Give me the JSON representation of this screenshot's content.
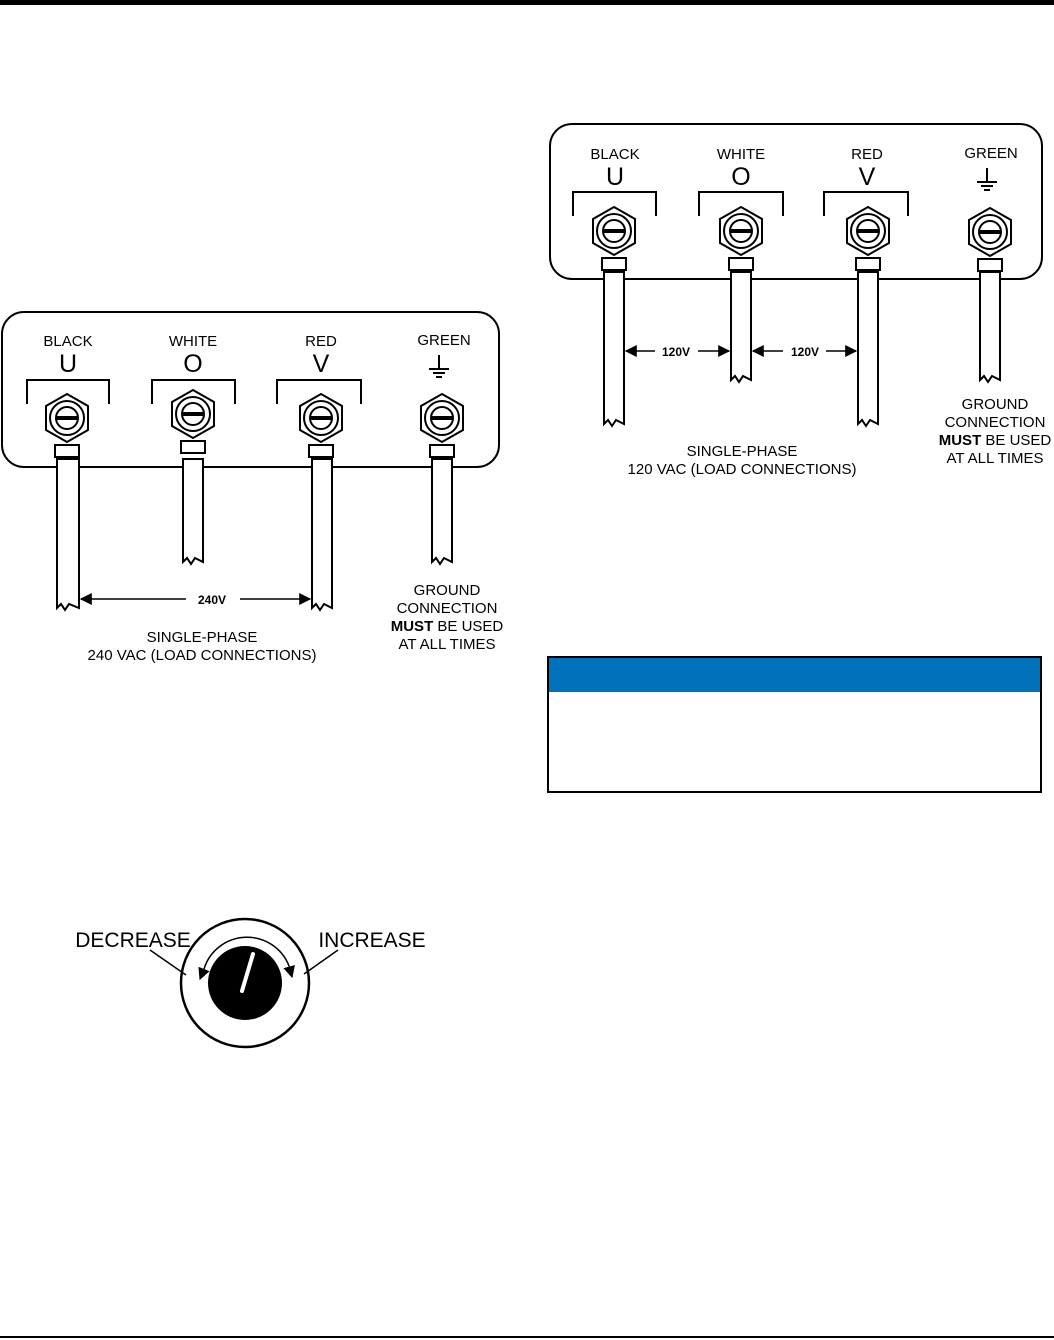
{
  "diagram_240": {
    "terminals": [
      {
        "color_label": "BLACK",
        "symbol": "U"
      },
      {
        "color_label": "WHITE",
        "symbol": "O"
      },
      {
        "color_label": "RED",
        "symbol": "V"
      },
      {
        "color_label": "GREEN",
        "symbol": ""
      }
    ],
    "voltage_label": "240V",
    "caption_line1": "SINGLE-PHASE",
    "caption_line2": "240 VAC (LOAD CONNECTIONS)",
    "ground_note": {
      "line1": "GROUND",
      "line2": "CONNECTION",
      "line3_bold": "MUST",
      "line3_rest": " BE USED",
      "line4": "AT ALL TIMES"
    }
  },
  "diagram_120": {
    "terminals": [
      {
        "color_label": "BLACK",
        "symbol": "U"
      },
      {
        "color_label": "WHITE",
        "symbol": "O"
      },
      {
        "color_label": "RED",
        "symbol": "V"
      },
      {
        "color_label": "GREEN",
        "symbol": ""
      }
    ],
    "voltage_label_left": "120V",
    "voltage_label_right": "120V",
    "caption_line1": "SINGLE-PHASE",
    "caption_line2": "120 VAC (LOAD CONNECTIONS)",
    "ground_note": {
      "line1": "GROUND",
      "line2": "CONNECTION",
      "line3_bold": "MUST",
      "line3_rest": " BE USED",
      "line4": "AT ALL TIMES"
    }
  },
  "knob": {
    "decrease_label": "DECREASE",
    "increase_label": "INCREASE"
  },
  "notice": {
    "header_color": "#0072bc"
  }
}
